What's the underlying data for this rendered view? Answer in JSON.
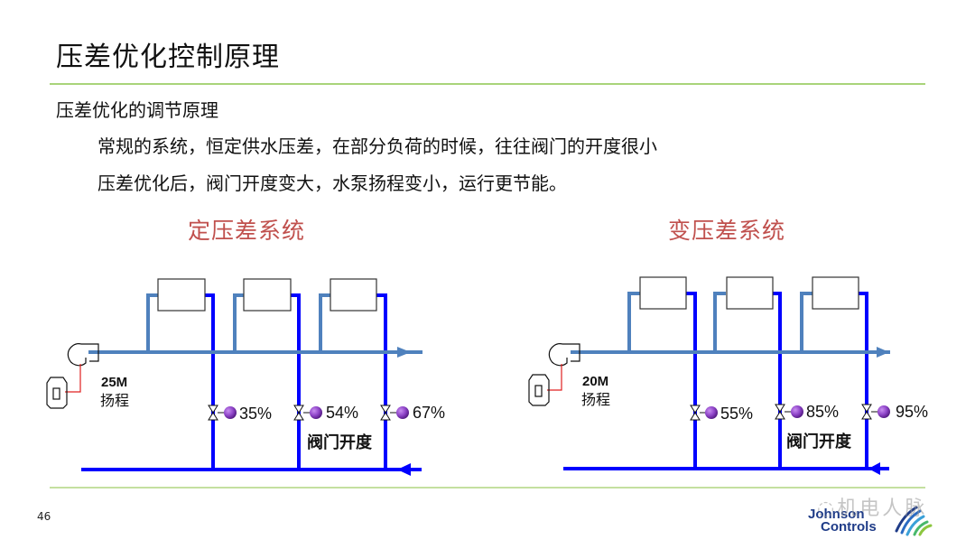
{
  "slide": {
    "title": "压差优化控制原理",
    "subheading": "压差优化的调节原理",
    "bullets": [
      "常规的系统，恒定供水压差，在部分负荷的时候，往往阀门的开度很小",
      "压差优化后，阀门开度变大，水泵扬程变小，运行更节能。"
    ],
    "page_number": "46"
  },
  "colors": {
    "title_red": "#c0504d",
    "supply_pipe": "#4f81bd",
    "return_pipe": "#0000ff",
    "valve_actuator": "#8e44c8",
    "divider_green": "#a9d47a",
    "pump_wire": "#e02020"
  },
  "diagrams": [
    {
      "title": "定压差系统",
      "pump_head_value": "25M",
      "pump_head_label": "扬程",
      "valve_openings": [
        "35%",
        "54%",
        "67%"
      ],
      "valve_label": "阀门开度"
    },
    {
      "title": "变压差系统",
      "pump_head_value": "20M",
      "pump_head_label": "扬程",
      "valve_openings": [
        "55%",
        "85%",
        "95%"
      ],
      "valve_label": "阀门开度"
    }
  ],
  "footer": {
    "logo_line1": "Johnson",
    "logo_line2": "Controls",
    "watermark": "机电人脉",
    "watermark_icon": "wechat-icon"
  }
}
